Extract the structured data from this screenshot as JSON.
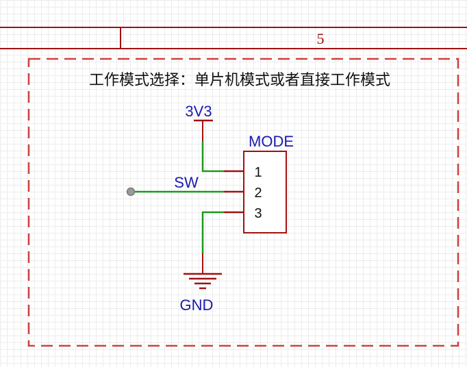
{
  "frame": {
    "column_number": "5",
    "border_color": "#a01010"
  },
  "sheet": {
    "title": "工作模式选择：单片机模式或者直接工作模式",
    "dashed_color": "#d04040"
  },
  "nets": {
    "power": "3V3",
    "signal": "SW",
    "ground": "GND",
    "wire_color": "#1a9a1a",
    "label_color": "#1a1ab0"
  },
  "component": {
    "designator": "MODE",
    "body_color": "#a01010",
    "pins": [
      "1",
      "2",
      "3"
    ]
  }
}
